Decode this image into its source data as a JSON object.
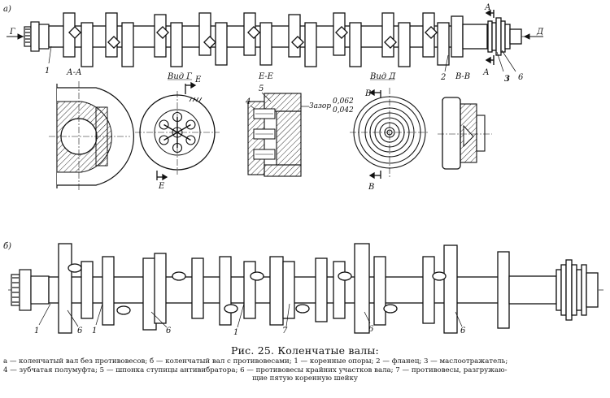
{
  "figure": {
    "panel_a_label": "а)",
    "panel_b_label": "б)",
    "caption": "Рис. 25. Коленчатые валы:",
    "legend_lines": [
      "а — коленчатый вал без противовесов; б — коленчатый вал с противовесами; 1 — коренные опоры; 2 — фланец; 3 — маслоотражатель;",
      "4 — зубчатая полумуфта; 5 — шпонка ступицы антивибратора; 6 — противовесы крайних участков вала;      7 — противовесы, разгружаю-",
      "щие пятую коренную шейку"
    ]
  },
  "panel_a": {
    "arrow_left": "Г",
    "arrow_right": "Д",
    "section_mark_top": "А",
    "section_mark_bottom": "А",
    "callouts": [
      "1",
      "2",
      "3",
      "6"
    ]
  },
  "details": {
    "section_aa": "А-А",
    "view_g": "Вид Г",
    "view_g_mark_top": "Е",
    "view_g_mark_bottom": "Е",
    "section_ee": "Е-Е",
    "ee_callout_5": "5",
    "ee_callout_4": "4",
    "gap_label": "Зазор",
    "gap_values": [
      "0,062",
      "0,042"
    ],
    "view_d": "Вид Д",
    "view_d_mark_top": "В",
    "view_d_mark_bottom": "В",
    "section_vv": "В-В"
  },
  "panel_b": {
    "callouts": [
      "1",
      "6",
      "1",
      "6",
      "1",
      "7",
      "6",
      "6"
    ]
  }
}
